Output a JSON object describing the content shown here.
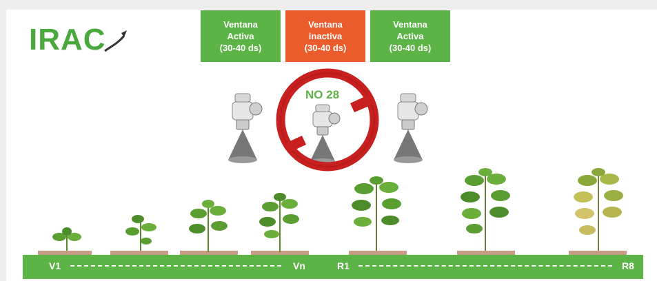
{
  "logo": {
    "text": "IRAC"
  },
  "windows": [
    {
      "line1": "Ventana",
      "line2": "Activa",
      "line3": "(30-40 ds)",
      "state": "active",
      "color": "#5cb346"
    },
    {
      "line1": "Ventana",
      "line2": "inactiva",
      "line3": "(30-40 ds)",
      "state": "inactive",
      "color": "#eb5c2c"
    },
    {
      "line1": "Ventana",
      "line2": "Activa",
      "line3": "(30-40 ds)",
      "state": "active",
      "color": "#5cb346"
    }
  ],
  "prohibition": {
    "label": "NO 28",
    "color": "#c8201f"
  },
  "stages": {
    "v1": "V1",
    "vn": "Vn",
    "r1": "R1",
    "r8": "R8"
  },
  "icons": [
    "sprayer-nozzle-icon",
    "prohibited-sign-icon",
    "soybean-plant-icon"
  ]
}
